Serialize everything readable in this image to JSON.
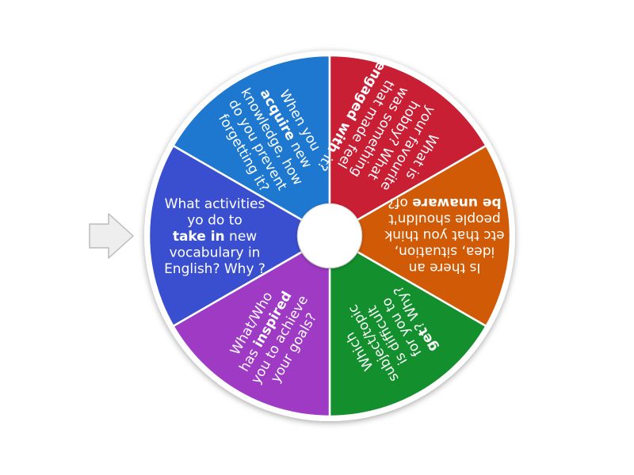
{
  "pointer": {
    "icon": "arrow-right-icon",
    "color": "#eeeeee",
    "stroke": "#bbbbbb"
  },
  "wheel": {
    "rim_color": "#ffffff",
    "hub_color": "#ffffff",
    "segments": [
      {
        "color": "#3a4fcf",
        "lines": [
          [
            {
              "t": "What activities",
              "b": false
            }
          ],
          [
            {
              "t": "yo do to",
              "b": false
            }
          ],
          [
            {
              "t": "take in",
              "b": true
            },
            {
              "t": " new",
              "b": false
            }
          ],
          [
            {
              "t": "vocabulary in",
              "b": false
            }
          ],
          [
            {
              "t": "English? Why ?",
              "b": false
            }
          ]
        ]
      },
      {
        "color": "#1e78d0",
        "lines": [
          [
            {
              "t": "When you",
              "b": false
            }
          ],
          [
            {
              "t": "acquire",
              "b": true
            },
            {
              "t": " new",
              "b": false
            }
          ],
          [
            {
              "t": "knowledge, how",
              "b": false
            }
          ],
          [
            {
              "t": "do you prevent",
              "b": false
            }
          ],
          [
            {
              "t": "forgetting it?",
              "b": false
            }
          ]
        ]
      },
      {
        "color": "#c81f35",
        "lines": [
          [
            {
              "t": "What is",
              "b": false
            }
          ],
          [
            {
              "t": "your favourite",
              "b": false
            }
          ],
          [
            {
              "t": "hobby? What",
              "b": false
            }
          ],
          [
            {
              "t": "was something",
              "b": false
            }
          ],
          [
            {
              "t": "that made feel",
              "b": false
            }
          ],
          [
            {
              "t": "engaged with",
              "b": true
            },
            {
              "t": " it?",
              "b": false
            }
          ]
        ]
      },
      {
        "color": "#d05a05",
        "lines": [
          [
            {
              "t": "Is there an",
              "b": false
            }
          ],
          [
            {
              "t": "idea, situation,",
              "b": false
            }
          ],
          [
            {
              "t": "etc that you think",
              "b": false
            }
          ],
          [
            {
              "t": "people shouldn't",
              "b": false
            }
          ],
          [
            {
              "t": "be unaware",
              "b": true
            },
            {
              "t": " of?",
              "b": false
            }
          ]
        ]
      },
      {
        "color": "#138f2e",
        "lines": [
          [
            {
              "t": "Which",
              "b": false
            }
          ],
          [
            {
              "t": "subject/topic",
              "b": false
            }
          ],
          [
            {
              "t": "is difficult",
              "b": false
            }
          ],
          [
            {
              "t": "for you to",
              "b": false
            }
          ],
          [
            {
              "t": "get",
              "b": true
            },
            {
              "t": "? Why?",
              "b": false
            }
          ]
        ]
      },
      {
        "color": "#9e3ac4",
        "lines": [
          [
            {
              "t": "What/Who",
              "b": false
            }
          ],
          [
            {
              "t": "has ",
              "b": false
            },
            {
              "t": "inspired",
              "b": true
            }
          ],
          [
            {
              "t": "you to achieve",
              "b": false
            }
          ],
          [
            {
              "t": "your goals?",
              "b": false
            }
          ]
        ]
      }
    ]
  }
}
